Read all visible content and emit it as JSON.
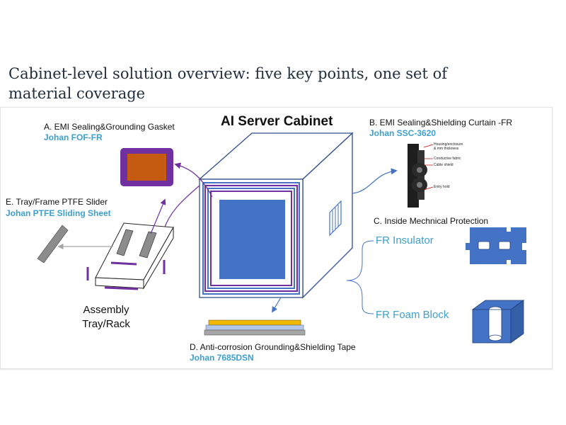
{
  "page_title": "Cabinet-level solution overview: five key points, one set of material coverage",
  "cabinet_title": "AI Server Cabinet",
  "points": {
    "a": {
      "label": "A. EMI Sealing&Grounding Gasket",
      "product": "Johan FOF-FR"
    },
    "b": {
      "label": "B. EMI Sealing&Shielding Curtain -FR",
      "product": "Johan SSC-3620",
      "callouts": [
        "Housing/enclosure",
        "& mm thickness",
        "Conductive fabric",
        "Cable shield",
        "Entry hold"
      ]
    },
    "c": {
      "label": "C. Inside Mechnical Protection",
      "items": [
        "FR Insulator",
        "FR Foam Block"
      ]
    },
    "d": {
      "label": "D. Anti-corrosion Grounding&Shielding Tape",
      "product": "Johan 7685DSN"
    },
    "e": {
      "label": "E. Tray/Frame PTFE Slider",
      "product": "Johan PTFE Sliding Sheet"
    }
  },
  "assembly": {
    "line1": "Assembly",
    "line2": "Tray/Rack"
  },
  "colors": {
    "cabinet_face": "#4472c4",
    "frame_purple": "#7030a0",
    "gasket_orange": "#c55a11",
    "brand_teal": "#3d9fd0",
    "tape_yellow": "#f0b800",
    "slider_gray": "#8c8c8c"
  }
}
